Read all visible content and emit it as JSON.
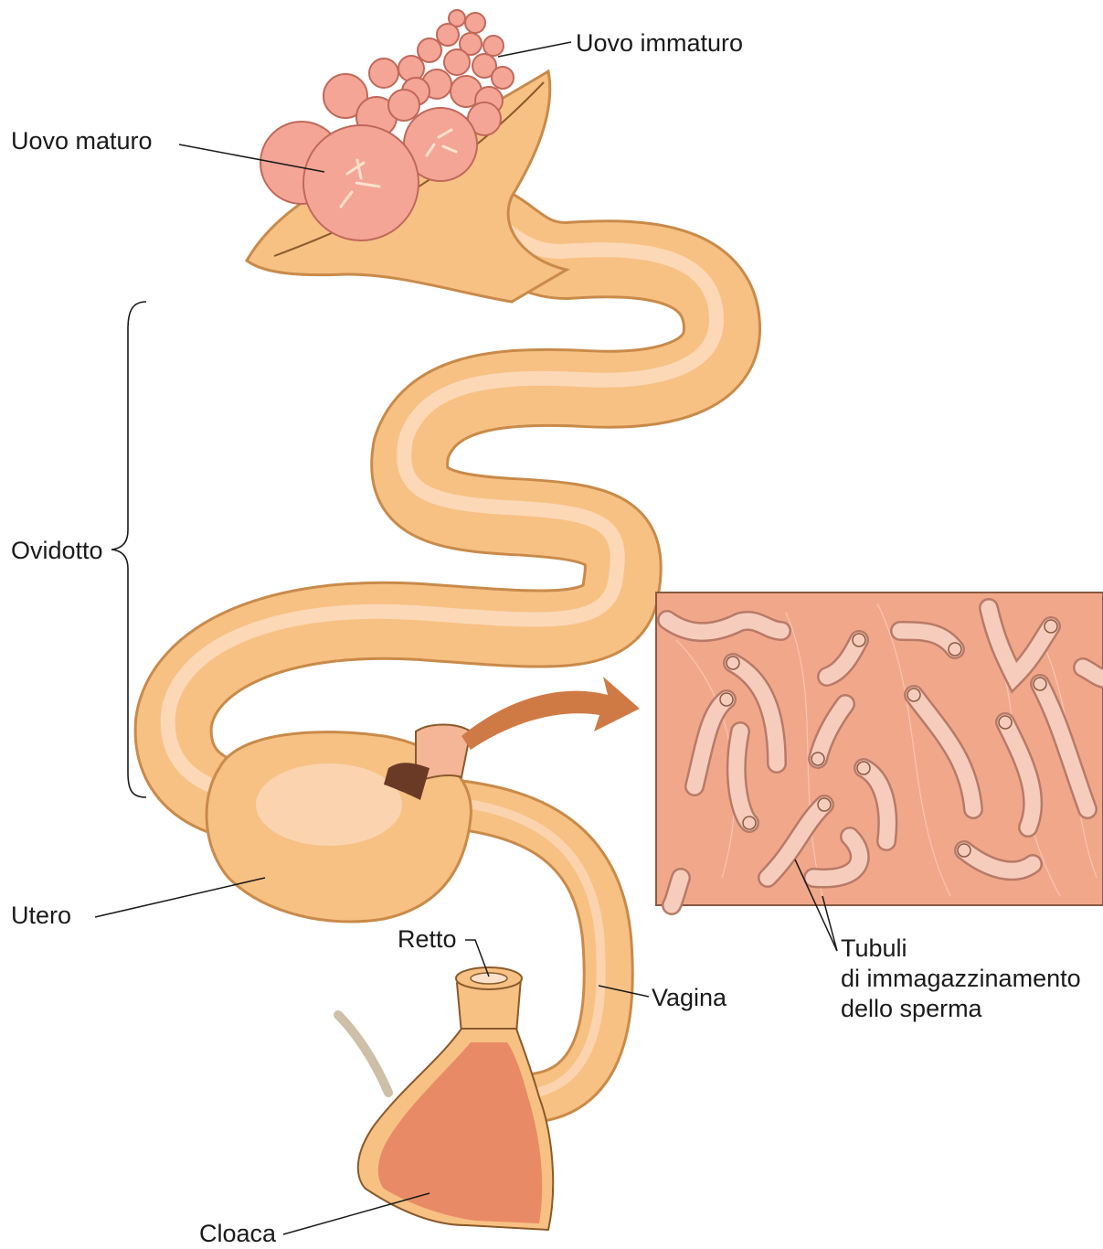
{
  "diagram": {
    "labels": {
      "immature_egg": "Uovo immaturo",
      "mature_egg": "Uovo maturo",
      "oviduct": "Ovidotto",
      "uterus": "Utero",
      "rectum": "Retto",
      "vagina": "Vagina",
      "cloaca": "Cloaca",
      "tubules_line1": "Tubuli",
      "tubules_line2": "di immagazzinamento",
      "tubules_line3": "dello sperma"
    }
  },
  "colors": {
    "tube_fill": "#f7c184",
    "tube_outline": "#c98a4a",
    "tube_highlight": "#fde1cc",
    "egg_fill": "#f4a596",
    "egg_outline": "#c0685a",
    "inset_bg": "#f1a88a",
    "tubule_fill": "#f6cdbd",
    "arrow": "#cf7a45",
    "cloaca_fill": "#e98a66",
    "line": "#1a1a1a"
  }
}
